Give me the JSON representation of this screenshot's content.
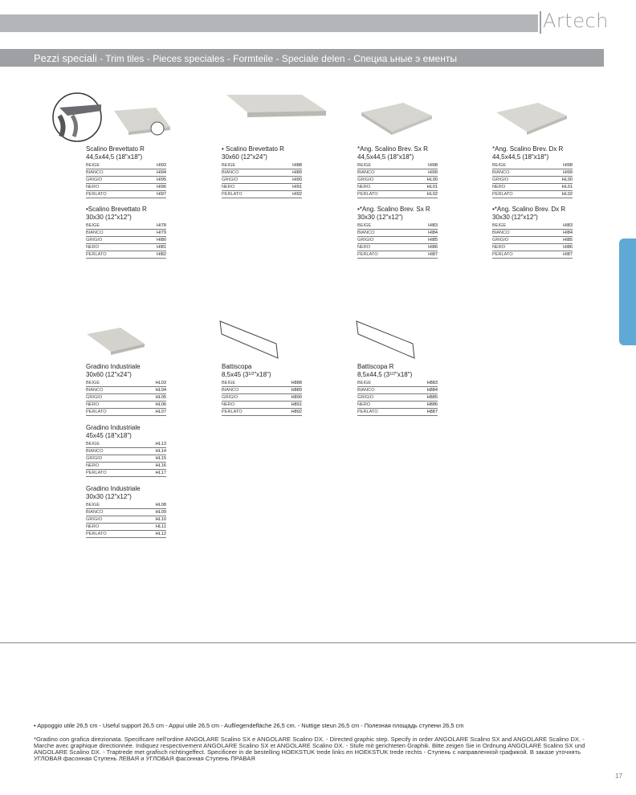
{
  "brand": "Artech",
  "section": {
    "main": "Pezzi speciali",
    "rest": " - Trim tiles - Pieces speciales - Formteile - Speciale delen - ",
    "ru": "Специа ьные э ементы"
  },
  "colors": [
    "BEIGE",
    "BIANCO",
    "GRIGIO",
    "NERO",
    "PERLATO"
  ],
  "products": [
    {
      "title": "Scalino Brevettato R",
      "size": "44,5x44,5 (18\"x18\")",
      "codes": [
        "HI93",
        "HI94",
        "HI95",
        "HI96",
        "HI97"
      ]
    },
    {
      "title": "•Scalino Brevettato R",
      "size": "30x30 (12\"x12\")",
      "codes": [
        "HI78",
        "HI79",
        "HI80",
        "HI81",
        "HI82"
      ]
    },
    {
      "title": "• Scalino Brevettato R",
      "size": "30x60 (12\"x24\")",
      "codes": [
        "HI88",
        "HI89",
        "HI90",
        "HI91",
        "HI92"
      ]
    },
    {
      "title": "*Ang. Scalino Brev. Sx R",
      "size": "44,5x44,5 (18\"x18\")",
      "codes": [
        "HI98",
        "HI99",
        "HL00",
        "HL01",
        "HL02"
      ]
    },
    {
      "title": "•*Ang. Scalino Brev. Sx R",
      "size": "30x30 (12\"x12\")",
      "codes": [
        "HI83",
        "HI84",
        "HI85",
        "HI86",
        "HI87"
      ]
    },
    {
      "title": "*Ang. Scalino Brev. Dx R",
      "size": "44,5x44,5 (18\"x18\")",
      "codes": [
        "HI98",
        "HI99",
        "HL00",
        "HL01",
        "HL02"
      ]
    },
    {
      "title": "•*Ang. Scalino Brev. Dx R",
      "size": "30x30 (12\"x12\")",
      "codes": [
        "HI83",
        "HI84",
        "HI85",
        "HI86",
        "HI87"
      ]
    },
    {
      "title": "Gradino Industriale",
      "size": "30x60 (12\"x24\")",
      "codes": [
        "HL03",
        "HL04",
        "HL05",
        "HL06",
        "HL07"
      ]
    },
    {
      "title": "Gradino Industriale",
      "size": "45x45 (18\"x18\")",
      "codes": [
        "HL13",
        "HL14",
        "HL15",
        "HL16",
        "HL17"
      ]
    },
    {
      "title": "Gradino Industriale",
      "size": "30x30 (12\"x12\")",
      "codes": [
        "HL08",
        "HL09",
        "HL10",
        "HL11",
        "HL12"
      ]
    },
    {
      "title": "Battiscopa",
      "size_a": "8,5x45 (3",
      "size_sup": "1/2",
      "size_b": "\"x18\")",
      "codes": [
        "H888",
        "H889",
        "H890",
        "H891",
        "H892"
      ]
    },
    {
      "title": "Battiscopa R",
      "size_a": "8,5x44,5 (3",
      "size_sup": "1/2",
      "size_b": "\"x18\")",
      "codes": [
        "H883",
        "H884",
        "H885",
        "H886",
        "H887"
      ]
    }
  ],
  "note1": {
    "bullet": "•",
    "text": " Appoggio utile 26,5 cm - Useful support 26,5 cm - Appui utile 26,5 cm - Auflìegendefläche 26,5 cm. - Nuttige steun 26,5 cm - ",
    "ru": "Полезная площадь ступени 26,5 cm"
  },
  "note2": {
    "lead": "*Gradino con grafica direzionata. Specificare nell'ordine ANGOLARE Scalino SX e ANGOLARE Scalino DX.",
    "rest": " - Directed graphic step. Specify in order ANGOLARE Scalino SX and ANGOLARE Scalino DX. - Marche avec graphique directionnée. Indiquez respectivement ANGOLARE Scalino SX et ANGOLARE Scalino DX. - Stufe mit gerichteten Graphik. Bitte zeigen Sie in Ordnung ANGOLARE Scalino SX und ANGOLARE Scalino DX. - Traptrede met grafisch richtingeffect. Specificeer in de bestelling HOEKSTUK trede links en HOEKSTUK trede rechts - Ступень с направленной графикой. В заказе уточнять УГЛОВАЯ фасонная Ступень ЛЕВАЯ и УГЛОВАЯ фасонная Ступень ПРАВАЯ"
  },
  "page_number": "17"
}
